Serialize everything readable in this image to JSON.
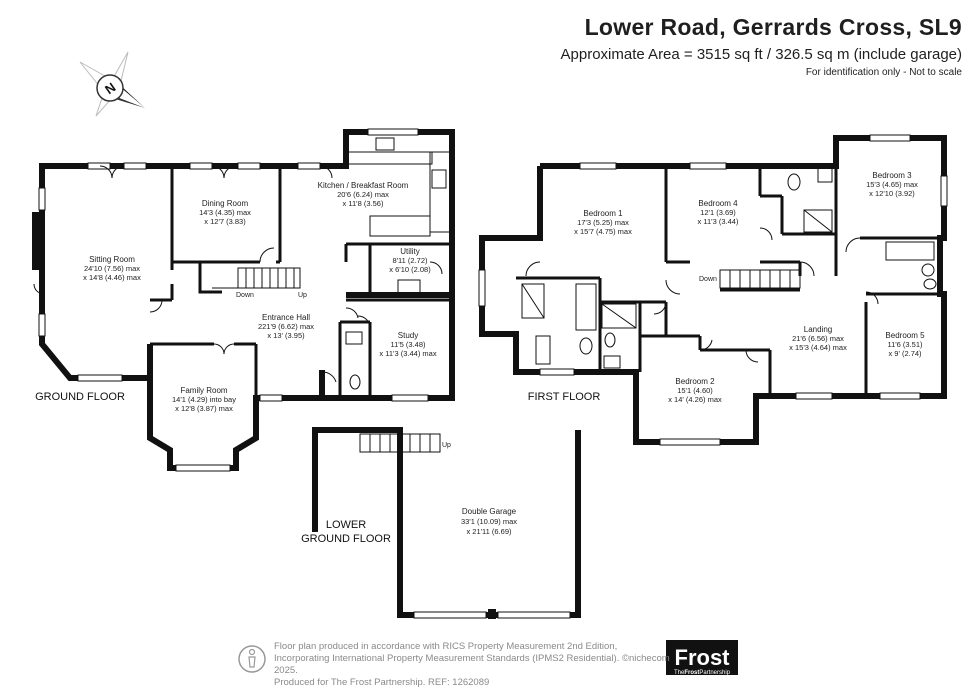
{
  "header": {
    "title": "Lower Road, Gerrards Cross, SL9",
    "area": "Approximate Area = 3515 sq ft / 326.5 sq m (include garage)",
    "note": "For identification only - Not to scale"
  },
  "floors": {
    "ground": "GROUND FLOOR",
    "first": "FIRST FLOOR",
    "lower_line1": "LOWER",
    "lower_line2": "GROUND FLOOR"
  },
  "rooms": {
    "sitting": {
      "name": "Sitting Room",
      "d1": "24'10 (7.56) max",
      "d2": "x 14'8 (4.46) max"
    },
    "dining": {
      "name": "Dining Room",
      "d1": "14'3 (4.35) max",
      "d2": "x 12'7 (3.83)"
    },
    "kitchen": {
      "name": "Kitchen / Breakfast Room",
      "d1": "20'6 (6.24) max",
      "d2": "x 11'8 (3.56)"
    },
    "utility": {
      "name": "Utility",
      "d1": "8'11 (2.72)",
      "d2": "x 6'10 (2.08)"
    },
    "hall": {
      "name": "Entrance Hall",
      "d1": "221'9 (6.62) max",
      "d2": "x 13' (3.95)"
    },
    "study": {
      "name": "Study",
      "d1": "11'5 (3.48)",
      "d2": "x 11'3 (3.44) max"
    },
    "family": {
      "name": "Family Room",
      "d1": "14'1 (4.29) into bay",
      "d2": "x 12'8 (3.87) max"
    },
    "bed1": {
      "name": "Bedroom 1",
      "d1": "17'3 (5.25) max",
      "d2": "x 15'7 (4.75) max"
    },
    "bed4": {
      "name": "Bedroom 4",
      "d1": "12'1 (3.69)",
      "d2": "x 11'3 (3.44)"
    },
    "bed3": {
      "name": "Bedroom 3",
      "d1": "15'3 (4.65) max",
      "d2": "x 12'10 (3.92)"
    },
    "landing": {
      "name": "Landing",
      "d1": "21'6 (6.56) max",
      "d2": "x 15'3 (4.64) max"
    },
    "bed5": {
      "name": "Bedroom 5",
      "d1": "11'6 (3.51)",
      "d2": "x 9' (2.74)"
    },
    "bed2": {
      "name": "Bedroom 2",
      "d1": "15'1 (4.60)",
      "d2": "x 14' (4.26) max"
    },
    "garage": {
      "name": "Double Garage",
      "d1": "33'1 (10.09) max",
      "d2": "x 21'11 (6.69)"
    }
  },
  "stair_labels": {
    "down": "Down",
    "up": "Up",
    "down_first": "Down",
    "up_lower": "Up"
  },
  "compass_letter": "N",
  "footer": {
    "line1": "Floor plan produced in accordance with RICS Property Measurement 2nd Edition,",
    "line2": "Incorporating International Property Measurement Standards (IPMS2 Residential).  ©nichecom 2025.",
    "line3": "Produced for The Frost Partnership.   REF:  1262089"
  },
  "logo": {
    "main": "Frost",
    "sub_prefix": "The",
    "sub_strong": "Frost",
    "sub_suffix": "Partnership",
    "color": "#111111"
  }
}
